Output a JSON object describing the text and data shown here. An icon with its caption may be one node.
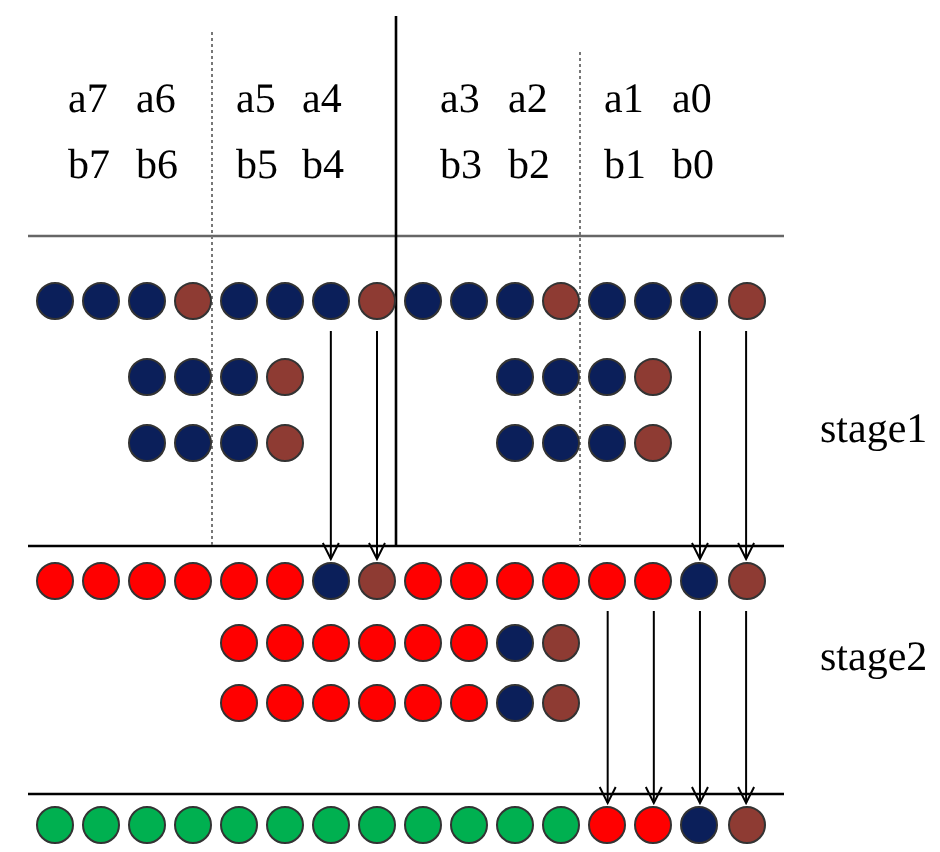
{
  "diagram": {
    "nodes": [
      {
        "text": [],
        "shape": "circle"
      },
      {
        "text": [],
        "shape": "circle"
      },
      {
        "text": [],
        "shape": "circle"
      },
      {
        "text": [],
        "shape": "circle"
      },
      {
        "text": [],
        "shape": "circle"
      },
      {
        "text": [],
        "shape": "circle"
      },
      {
        "text": [],
        "shape": "circle"
      },
      {
        "text": [],
        "shape": "circle"
      },
      {
        "text": [],
        "shape": "circle"
      },
      {
        "text": [],
        "shape": "circle"
      },
      {
        "text": [],
        "shape": "circle"
      },
      {
        "text": [],
        "shape": "circle"
      },
      {
        "text": [],
        "shape": "circle"
      },
      {
        "text": [],
        "shape": "circle"
      },
      {
        "text": [],
        "shape": "circle"
      },
      {
        "text": [],
        "shape": "circle"
      },
      {
        "text": [],
        "shape": "circle"
      },
      {
        "text": [],
        "shape": "circle"
      },
      {
        "text": [],
        "shape": "circle"
      },
      {
        "text": [],
        "shape": "circle"
      },
      {
        "text": [],
        "shape": "circle"
      },
      {
        "text": [],
        "shape": "circle"
      },
      {
        "text": [],
        "shape": "circle"
      },
      {
        "text": [],
        "shape": "circle"
      },
      {
        "text": [],
        "shape": "circle"
      },
      {
        "text": [],
        "shape": "circle"
      },
      {
        "text": [],
        "shape": "circle"
      },
      {
        "text": [],
        "shape": "circle"
      },
      {
        "text": [],
        "shape": "circle"
      },
      {
        "text": [],
        "shape": "circle"
      },
      {
        "text": [],
        "shape": "circle"
      },
      {
        "text": [],
        "shape": "circle"
      },
      {
        "text": [],
        "shape": "circle"
      },
      {
        "text": [],
        "shape": "circle"
      },
      {
        "text": [],
        "shape": "circle"
      },
      {
        "text": [],
        "shape": "circle"
      },
      {
        "text": [],
        "shape": "circle"
      },
      {
        "text": [],
        "shape": "circle"
      },
      {
        "text": [],
        "shape": "circle"
      },
      {
        "text": [],
        "shape": "circle"
      },
      {
        "text": [],
        "shape": "circle"
      },
      {
        "text": [],
        "shape": "circle"
      },
      {
        "text": [],
        "shape": "circle"
      },
      {
        "text": [],
        "shape": "circle"
      },
      {
        "text": [],
        "shape": "circle"
      },
      {
        "text": [],
        "shape": "circle"
      },
      {
        "text": [],
        "shape": "circle"
      },
      {
        "text": [],
        "shape": "circle"
      },
      {
        "text": [],
        "shape": "circle"
      },
      {
        "text": [],
        "shape": "circle"
      },
      {
        "text": [],
        "shape": "circle"
      },
      {
        "text": [],
        "shape": "circle"
      },
      {
        "text": [],
        "shape": "circle"
      },
      {
        "text": [],
        "shape": "circle"
      },
      {
        "text": [],
        "shape": "circle"
      },
      {
        "text": [],
        "shape": "circle"
      },
      {
        "text": [],
        "shape": "circle"
      },
      {
        "text": [],
        "shape": "circle"
      },
      {
        "text": [],
        "shape": "circle"
      },
      {
        "text": [],
        "shape": "circle"
      },
      {
        "text": [],
        "shape": "circle"
      },
      {
        "text": [],
        "shape": "circle"
      },
      {
        "text": [],
        "shape": "circle"
      },
      {
        "text": [],
        "shape": "circle"
      },
      {
        "text": [],
        "shape": "circle"
      },
      {
        "text": [],
        "shape": "circle"
      },
      {
        "text": [],
        "shape": "circle"
      },
      {
        "text": [],
        "shape": "circle"
      },
      {
        "text": [],
        "shape": "circle"
      },
      {
        "text": [],
        "shape": "circle"
      },
      {
        "text": [],
        "shape": "circle"
      },
      {
        "text": [],
        "shape": "circle"
      },
      {
        "text": [],
        "shape": "circle"
      },
      {
        "text": [],
        "shape": "circle"
      },
      {
        "text": [],
        "shape": "circle"
      },
      {
        "text": [],
        "shape": "circle"
      },
      {
        "text": [],
        "shape": "circle"
      },
      {
        "text": [],
        "shape": "circle"
      },
      {
        "text": [],
        "shape": "circle"
      },
      {
        "text": [],
        "shape": "circle"
      }
    ],
    "edges": [
      {
        "from": 6,
        "to": 38,
        "arrow": "to"
      },
      {
        "from": 7,
        "to": 39,
        "arrow": "to"
      },
      {
        "from": 14,
        "to": 46,
        "arrow": "to"
      },
      {
        "from": 15,
        "to": 47,
        "arrow": "to"
      },
      {
        "from": 44,
        "to": 76,
        "arrow": "to"
      },
      {
        "from": 45,
        "to": 77,
        "arrow": "to"
      },
      {
        "from": 46,
        "to": 78,
        "arrow": "to"
      },
      {
        "from": 47,
        "to": 79,
        "arrow": "to"
      }
    ],
    "labels": [
      "a7",
      "a6",
      "a5",
      "a4",
      "a3",
      "a2",
      "a1",
      "a0",
      "b7",
      "b6",
      "b5",
      "b4",
      "b3",
      "b2",
      "b1",
      "b0",
      "stage1",
      "stage2"
    ]
  }
}
